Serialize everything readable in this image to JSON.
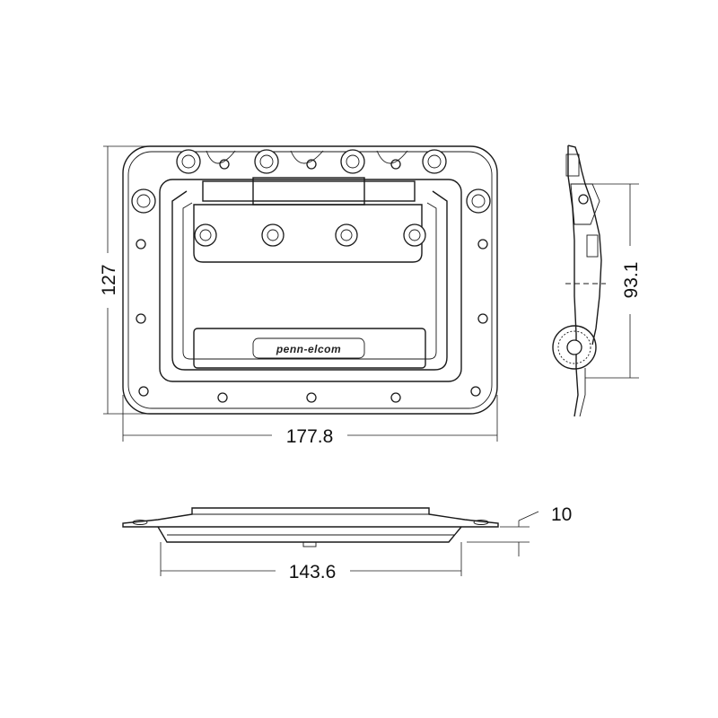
{
  "dimensions": {
    "height": "127",
    "width": "177.8",
    "depth": "93.1",
    "thickness": "10",
    "recess_width": "143.6"
  },
  "logo": {
    "text": "penn-elcom"
  }
}
